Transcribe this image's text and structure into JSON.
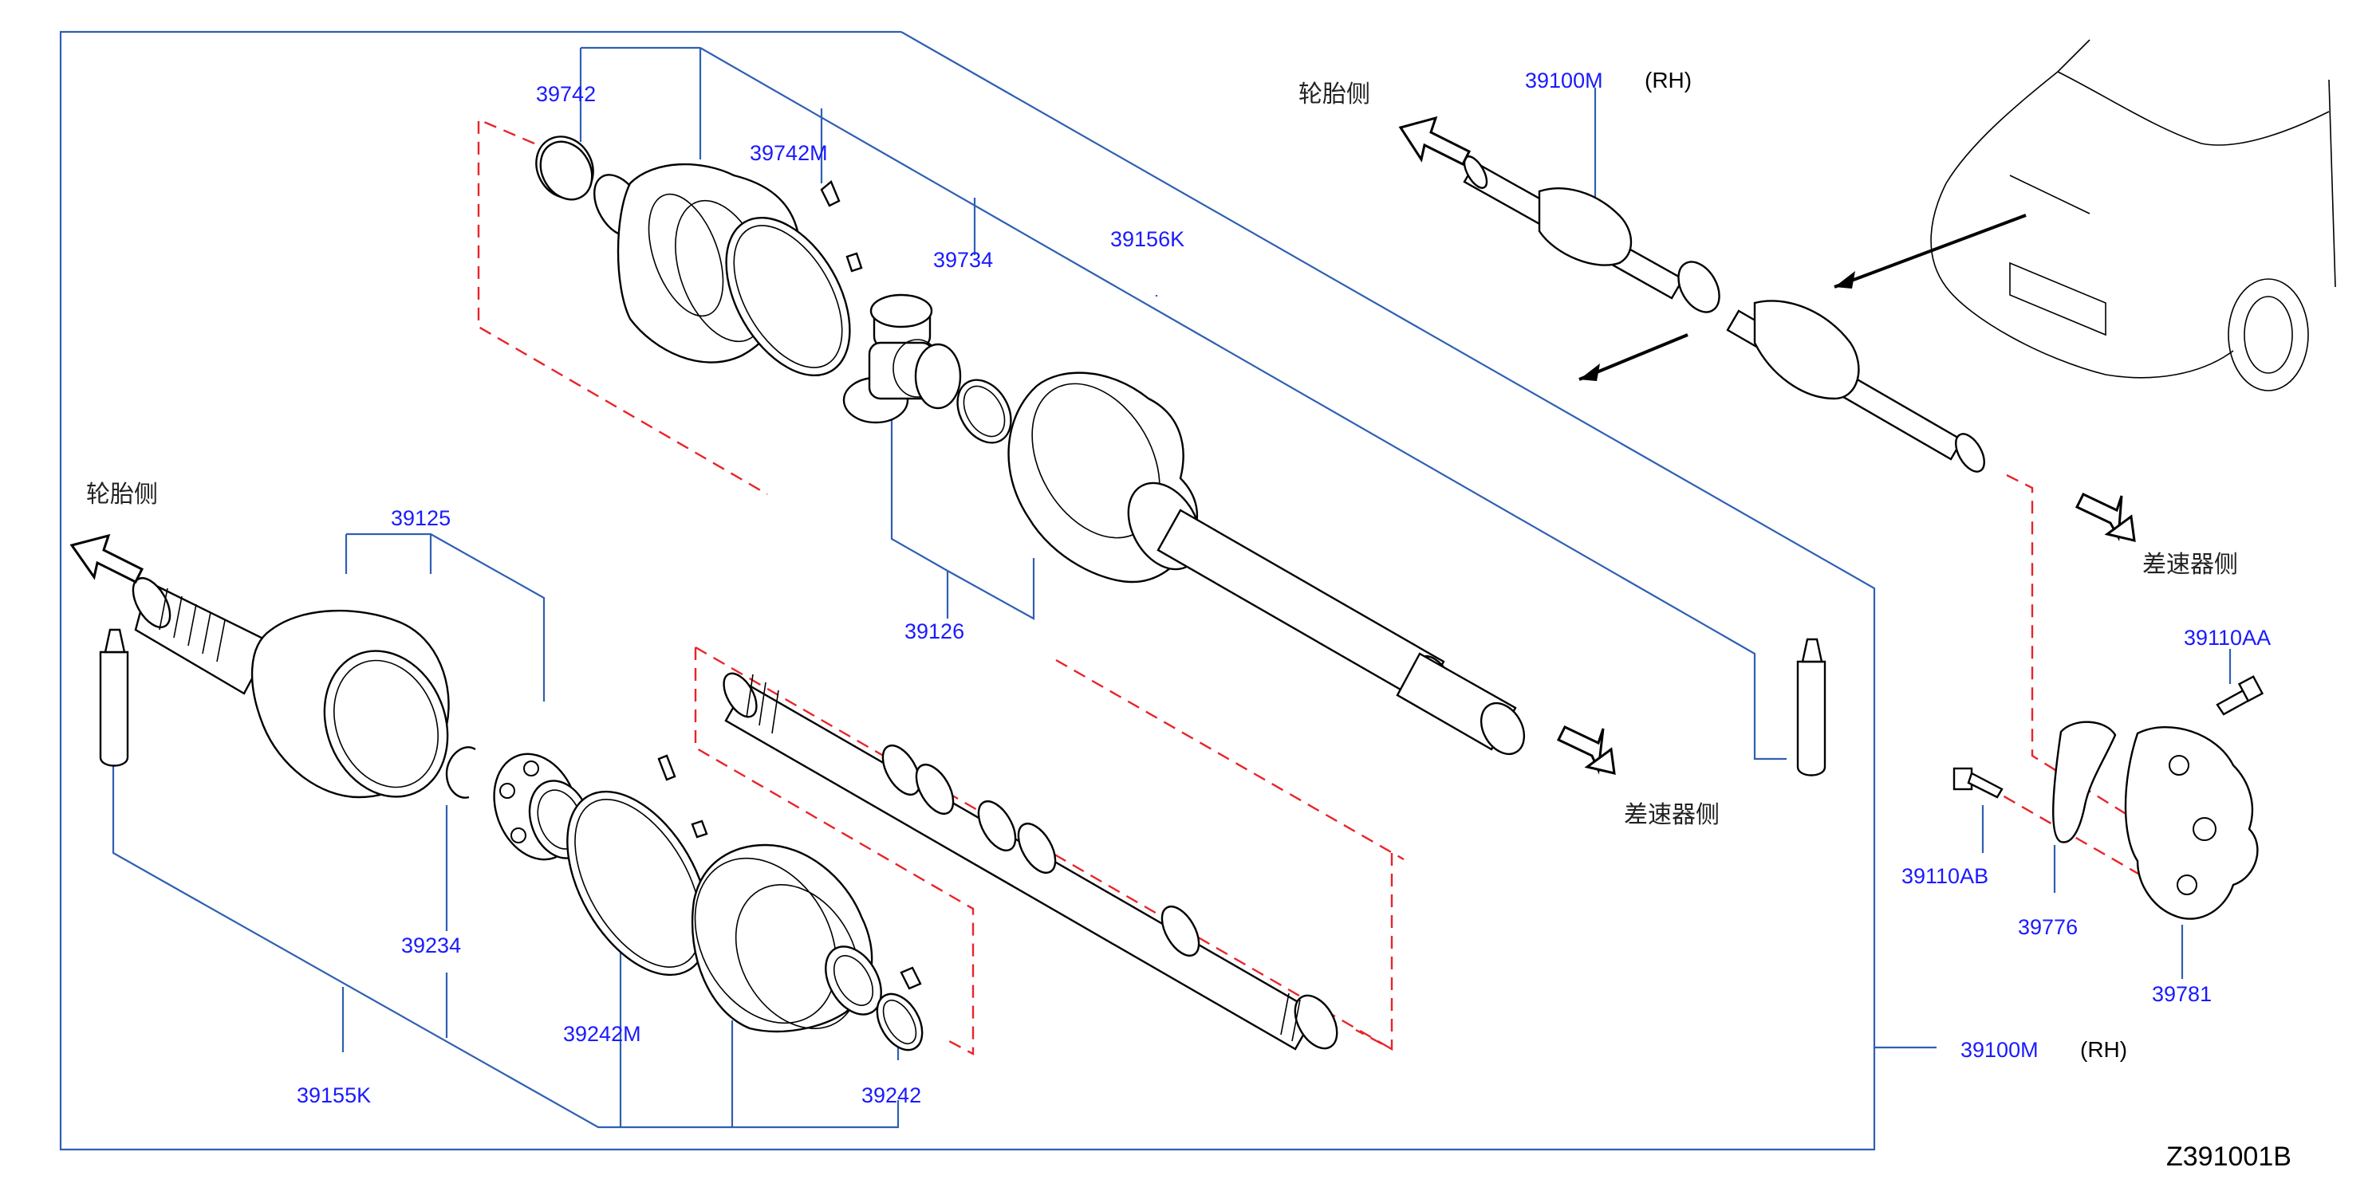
{
  "part_labels": {
    "p39742": "39742",
    "p39742M": "39742M",
    "p39734": "39734",
    "p39156K": "39156K",
    "p39126": "39126",
    "p39125": "39125",
    "p39234": "39234",
    "p39155K": "39155K",
    "p39242M": "39242M",
    "p39242": "39242",
    "p39100M_main": "39100M",
    "p39100M_top": "39100M",
    "p39110AA": "39110AA",
    "p39110AB": "39110AB",
    "p39776": "39776",
    "p39781": "39781"
  },
  "side_notes": {
    "rh_main": "(RH)",
    "rh_top": "(RH)"
  },
  "direction_labels": {
    "tire_side_left": "轮胎侧",
    "tire_side_top": "轮胎侧",
    "diff_side_center": "差速器侧",
    "diff_side_right": "差速器侧"
  },
  "diagram_code": "Z391001B",
  "colors": {
    "part_number": "#1a1aff",
    "leader_line": "#2f5fb3",
    "dashed_line": "#e8242a",
    "outline": "#000000"
  }
}
